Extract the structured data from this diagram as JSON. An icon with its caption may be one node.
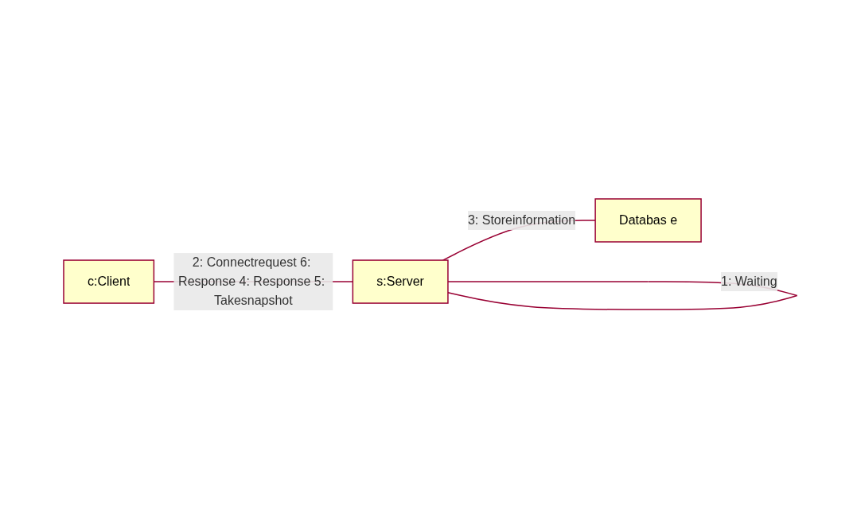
{
  "diagram": {
    "nodes": [
      {
        "text": [
          "c:Client"
        ]
      },
      {
        "text": [
          "s:Server"
        ]
      },
      {
        "text": [
          "Databas e"
        ]
      }
    ],
    "edges": [
      {
        "from": 1,
        "to": 1,
        "arrow": "none",
        "label": "1: Waiting"
      },
      {
        "from": 0,
        "to": 1,
        "arrow": "none",
        "label": "2: Connectrequest 6: Response 4: Response 5: Takesnapshot"
      },
      {
        "from": 1,
        "to": 2,
        "arrow": "none",
        "label": "3: Storeinformation"
      }
    ]
  }
}
